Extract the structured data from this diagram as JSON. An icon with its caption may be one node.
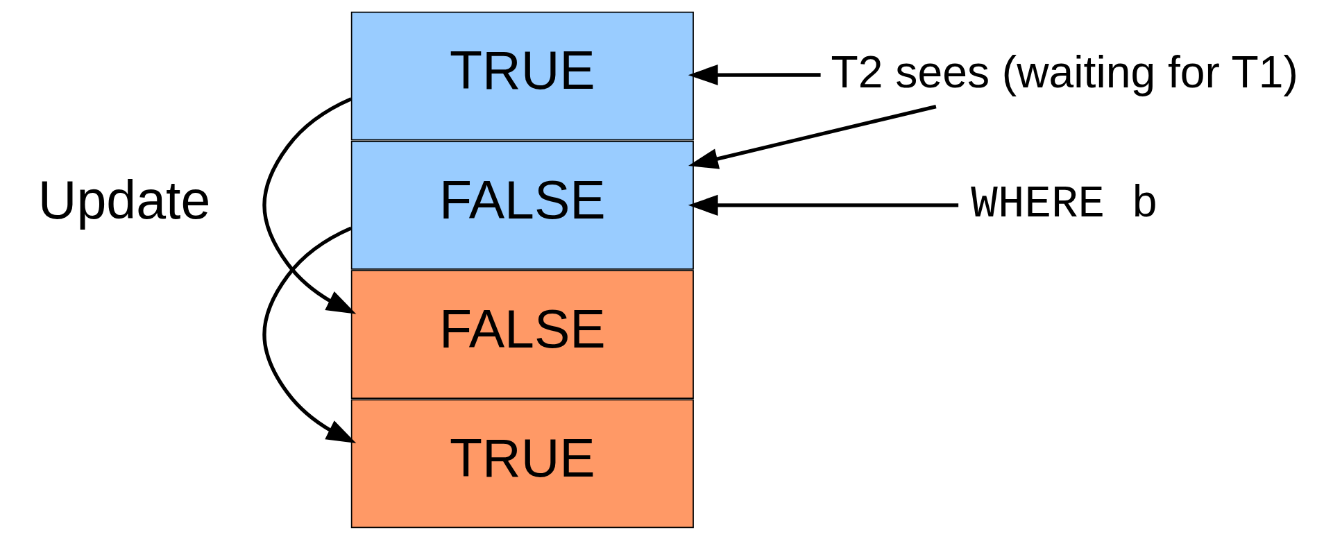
{
  "diagram": {
    "nodes": [
      {
        "text": [
          "TRUE"
        ]
      },
      {
        "text": [
          "FALSE"
        ]
      },
      {
        "text": [
          "FALSE"
        ]
      },
      {
        "text": [
          "TRUE"
        ]
      },
      {
        "text": [
          "T2 sees (waiting for T1)"
        ]
      },
      {
        "text": [
          "WHERE b"
        ]
      }
    ],
    "edges": [
      {
        "from": 0,
        "to": 2,
        "arrow": "to"
      },
      {
        "from": 1,
        "to": 3,
        "arrow": "to"
      },
      {
        "from": 4,
        "to": 0,
        "arrow": "to"
      },
      {
        "from": 4,
        "to": 1,
        "arrow": "to"
      },
      {
        "from": 5,
        "to": 1,
        "arrow": "to"
      }
    ],
    "labels": [
      "Update"
    ]
  }
}
